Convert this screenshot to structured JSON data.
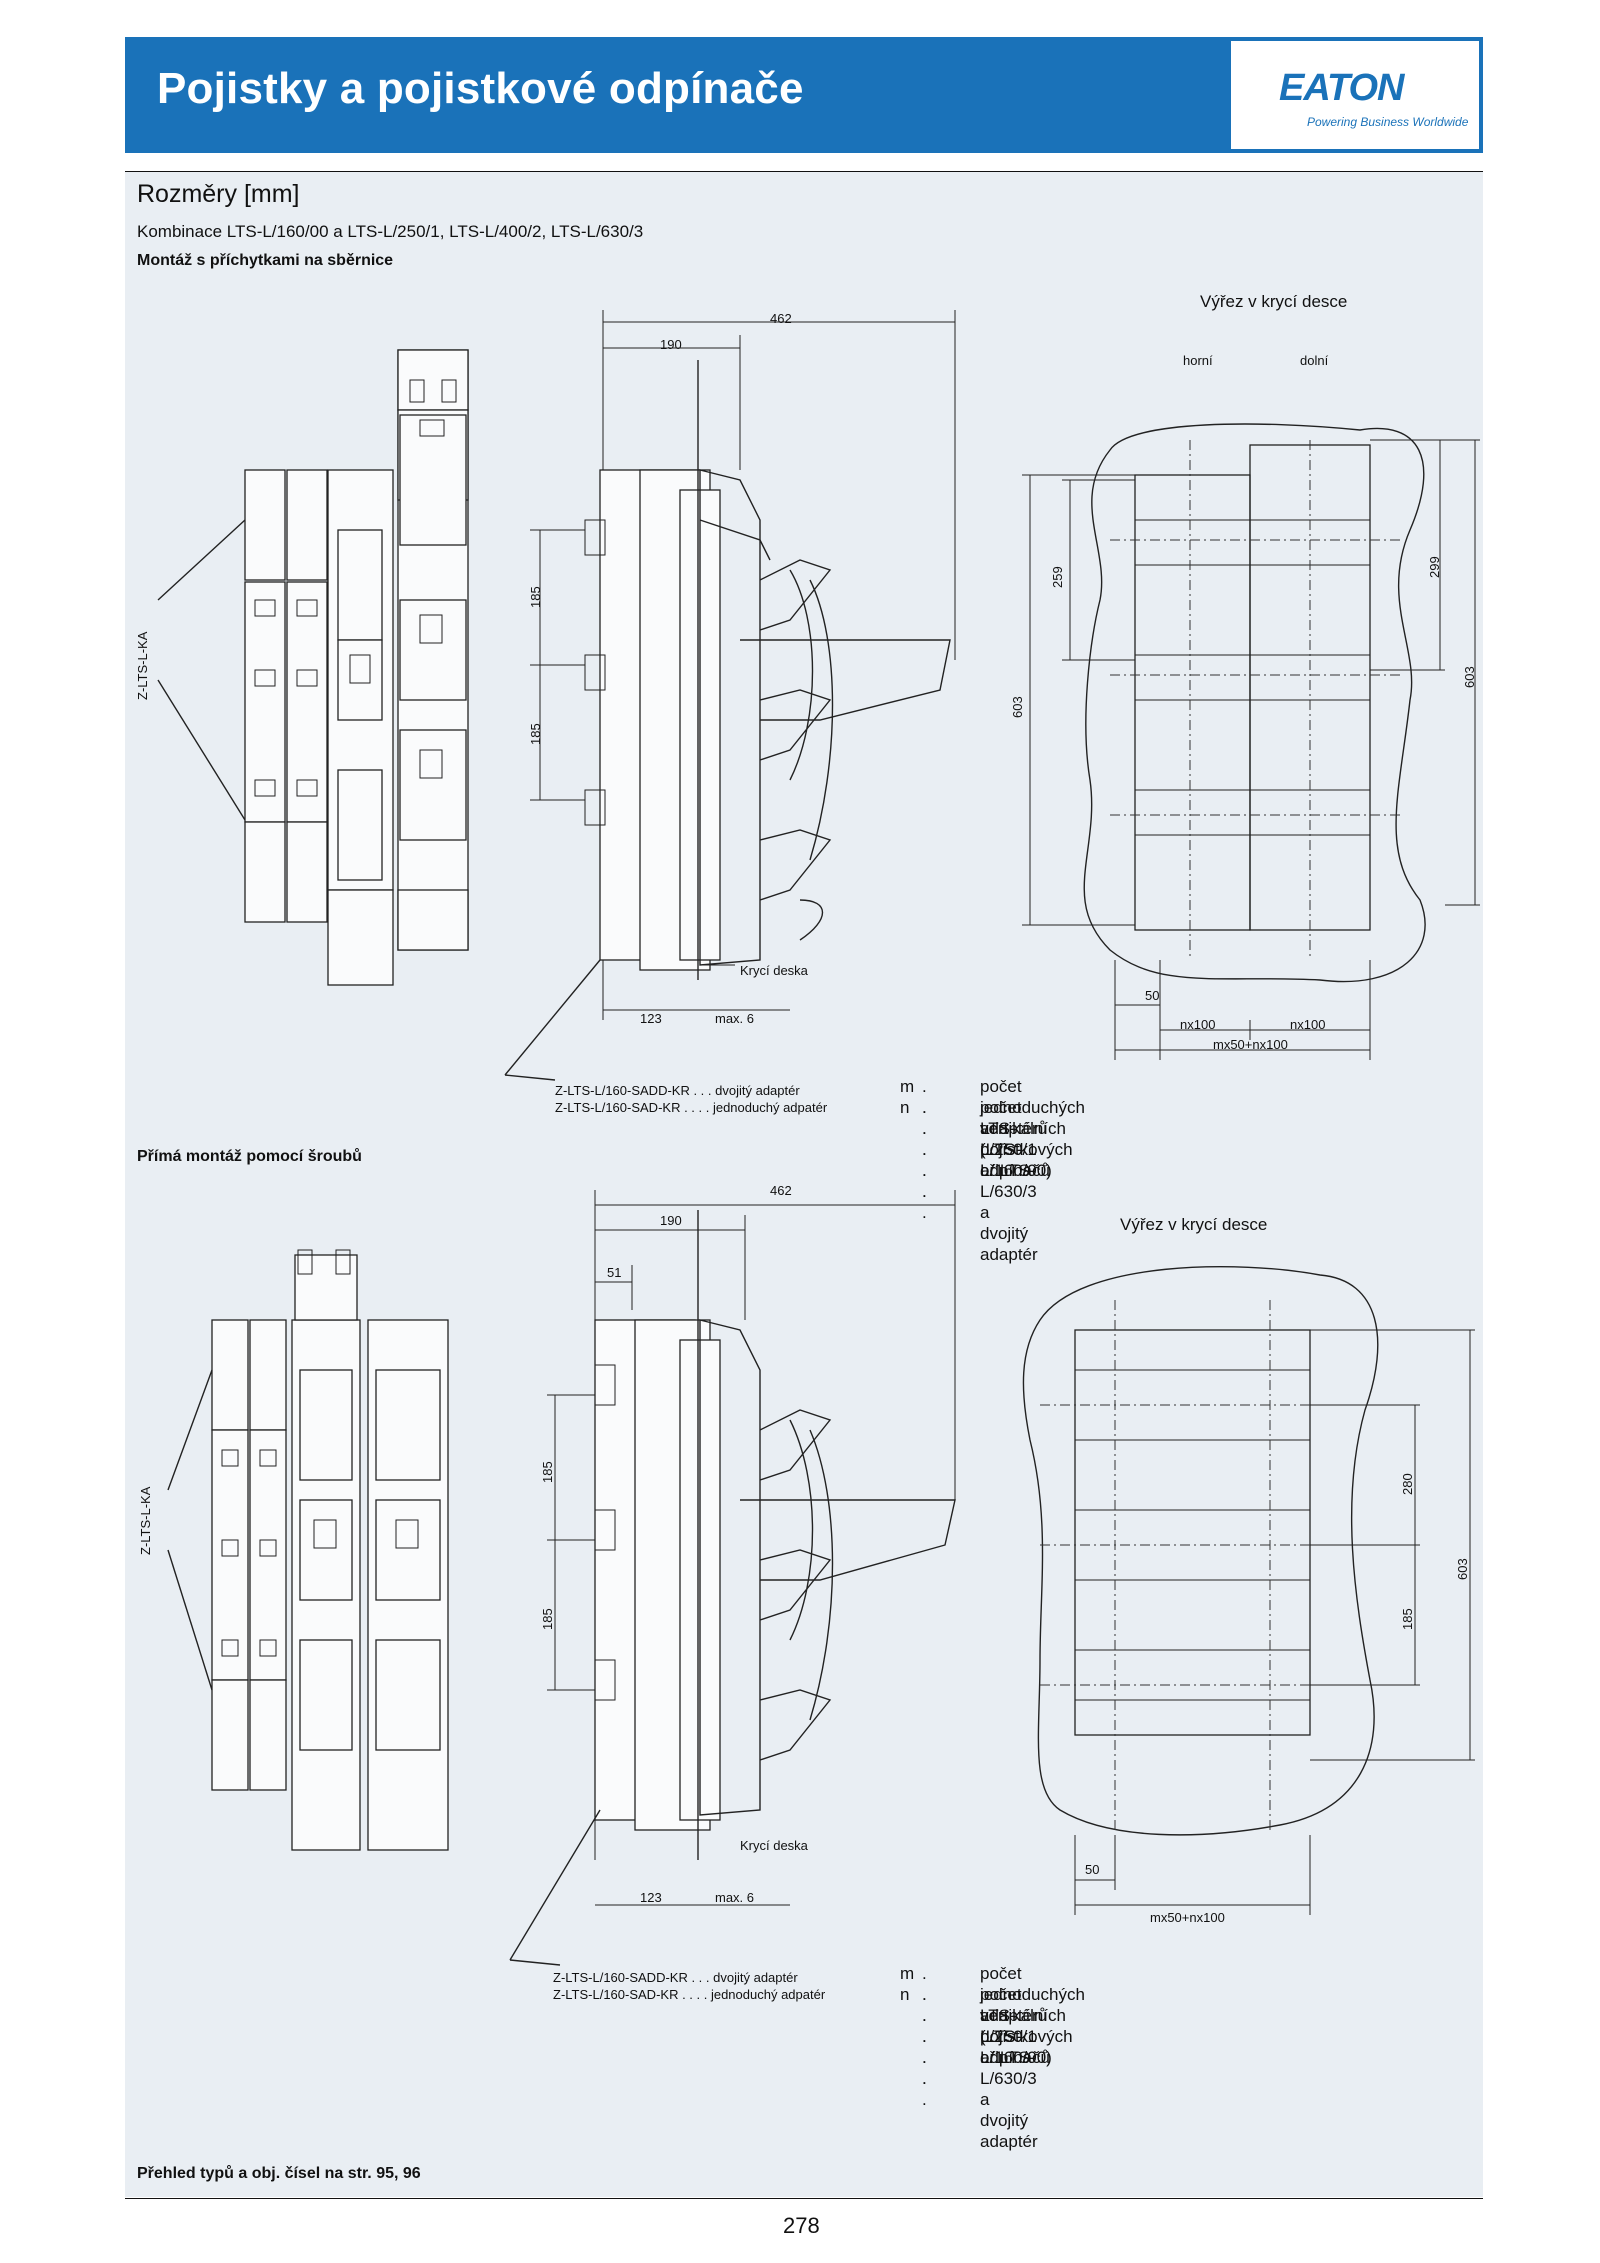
{
  "header": {
    "title": "Pojistky a pojistkové odpínače",
    "logo": "EATON",
    "logo_tagline": "Powering Business Worldwide"
  },
  "section_title": "Rozměry [mm]",
  "subtitle": "Kombinace LTS-L/160/00 a LTS-L/250/1, LTS-L/400/2, LTS-L/630/3",
  "top": {
    "heading": "Montáž s příchytkami na sběrnice",
    "side_label": "Z-LTS-L-KA",
    "cutout_title": "Výřez v krycí desce",
    "col_upper": "horní",
    "col_lower": "dolní",
    "cover": "Krycí deska",
    "adapter_lines": [
      "Z-LTS-L/160-SADD-KR . . . dvojitý adaptér",
      "Z-LTS-L/160-SAD-KR . . . . jednoduchý adpatér"
    ],
    "dims": {
      "d462": "462",
      "d190": "190",
      "d185a": "185",
      "d185b": "185",
      "d123": "123",
      "max6": "max. 6",
      "d50": "50",
      "nx100a": "nx100",
      "nx100b": "nx100",
      "mx50nx100": "mx50+nx100",
      "d259": "259",
      "d299": "299",
      "d603a": "603",
      "d603b": "603"
    },
    "legend": [
      [
        "m",
        ". . . . . .",
        "počet jednoduchých adaptérů (LTS-L/160/00)"
      ],
      [
        "n",
        ". . . . . .",
        "počet vertikálních pojistkových odpínačů"
      ],
      [
        "",
        "",
        "LTS-L/250/1 ař LTS-L/630/3 a dvojitý adaptér"
      ]
    ]
  },
  "bottom": {
    "heading": "Přímá montáž pomocí šroubů",
    "side_label": "Z-LTS-L-KA",
    "cutout_title": "Výřez v krycí desce",
    "cover": "Krycí deska",
    "adapter_lines": [
      "Z-LTS-L/160-SADD-KR . . . dvojitý adaptér",
      "Z-LTS-L/160-SAD-KR . . . . jednoduchý adpatér"
    ],
    "dims": {
      "d462": "462",
      "d190": "190",
      "d51": "51",
      "d185a": "185",
      "d185b": "185",
      "d123": "123",
      "max6": "max. 6",
      "d50": "50",
      "mx50nx100": "mx50+nx100",
      "d280": "280",
      "d185c": "185",
      "d603": "603"
    },
    "legend": [
      [
        "m",
        ". . . . . .",
        "počet jednoduchých adaptérů (LTS-L/160/00)"
      ],
      [
        "n",
        ". . . . . .",
        "počet vertikálních pojistkových odpínačů"
      ],
      [
        "",
        "",
        "LTS-L/250/1 ař LTS-L/630/3 a dvojitý adaptér"
      ]
    ]
  },
  "footer_note": "Přehled typů a obj. čísel na str. 95, 96",
  "page_number": "278"
}
